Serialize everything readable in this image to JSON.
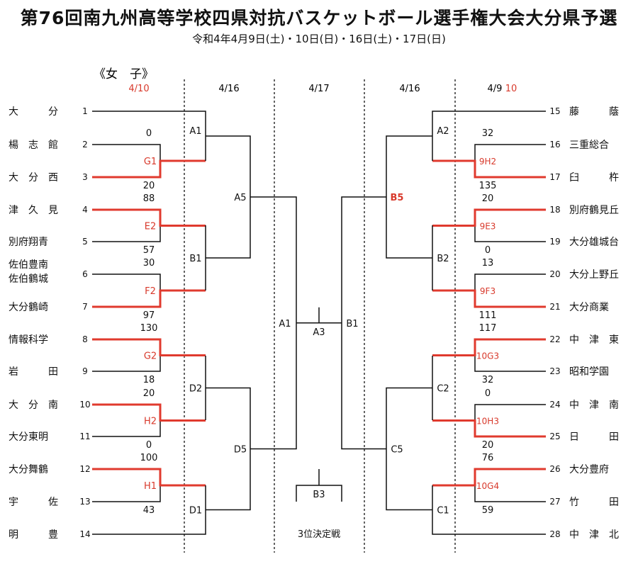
{
  "header": {
    "title": "第76回南九州高等学校四県対抗バスケットボール選手権大会大分県予選",
    "subtitle": "令和4年4月9日(土)・10日(日)・16日(土)・17日(日)"
  },
  "division": "《女　子》",
  "columns": [
    {
      "label": "4/10",
      "red": true
    },
    {
      "label": "4/16",
      "red": false
    },
    {
      "label": "4/17",
      "red": false
    },
    {
      "label": "4/16",
      "red": false
    },
    {
      "label": "4/9",
      "red": false,
      "extra": "10"
    }
  ],
  "left_teams": [
    {
      "num": "1",
      "name": "大　　　分"
    },
    {
      "num": "2",
      "name": "楊　志　館"
    },
    {
      "num": "3",
      "name": "大　分　西"
    },
    {
      "num": "4",
      "name": "津　久　見"
    },
    {
      "num": "5",
      "name": "別府翔青"
    },
    {
      "num": "6",
      "name": "佐伯豊南",
      "name2": "佐伯鶴城"
    },
    {
      "num": "7",
      "name": "大分鶴崎"
    },
    {
      "num": "8",
      "name": "情報科学"
    },
    {
      "num": "9",
      "name": "岩　　　田"
    },
    {
      "num": "10",
      "name": "大　分　南"
    },
    {
      "num": "11",
      "name": "大分東明"
    },
    {
      "num": "12",
      "name": "大分舞鶴"
    },
    {
      "num": "13",
      "name": "宇　　　佐"
    },
    {
      "num": "14",
      "name": "明　　　豊"
    }
  ],
  "right_teams": [
    {
      "num": "15",
      "name": "藤　　　蔭"
    },
    {
      "num": "16",
      "name": "三重総合"
    },
    {
      "num": "17",
      "name": "臼　　　杵"
    },
    {
      "num": "18",
      "name": "別府鶴見丘"
    },
    {
      "num": "19",
      "name": "大分雄城台"
    },
    {
      "num": "20",
      "name": "大分上野丘"
    },
    {
      "num": "21",
      "name": "大分商業"
    },
    {
      "num": "22",
      "name": "中　津　東"
    },
    {
      "num": "23",
      "name": "昭和学園"
    },
    {
      "num": "24",
      "name": "中　津　南"
    },
    {
      "num": "25",
      "name": "日　　　田"
    },
    {
      "num": "26",
      "name": "大分豊府"
    },
    {
      "num": "27",
      "name": "竹　　　田"
    },
    {
      "num": "28",
      "name": "中　津　北"
    }
  ],
  "left_games": [
    {
      "label": "G1",
      "score_top": "0",
      "score_bottom": "20"
    },
    {
      "label": "E2",
      "score_top": "88",
      "score_bottom": "57"
    },
    {
      "label": "F2",
      "score_top": "30",
      "score_bottom": "97"
    },
    {
      "label": "G2",
      "score_top": "130",
      "score_bottom": "18"
    },
    {
      "label": "H2",
      "score_top": "20",
      "score_bottom": "0"
    },
    {
      "label": "H1",
      "score_top": "100",
      "score_bottom": "43"
    }
  ],
  "right_games": [
    {
      "label": "9H2",
      "score_top": "32",
      "score_bottom": "135"
    },
    {
      "label": "9E3",
      "score_top": "20",
      "score_bottom": "0"
    },
    {
      "label": "9F3",
      "score_top": "13",
      "score_bottom": "111"
    },
    {
      "label": "10G3",
      "score_top": "117",
      "score_bottom": "32"
    },
    {
      "label": "10H3",
      "score_top": "0",
      "score_bottom": "20"
    },
    {
      "label": "10G4",
      "score_top": "76",
      "score_bottom": "59"
    }
  ],
  "round_labels": {
    "A1_left": "A1",
    "B1_left": "B1",
    "D2_left": "D2",
    "D1_left": "D1",
    "A5": "A5",
    "D5": "D5",
    "A1_center": "A1",
    "A3": "A3",
    "B1_center": "B1",
    "B5": "B5",
    "C5": "C5",
    "A2": "A2",
    "B2": "B2",
    "C2": "C2",
    "C1": "C1",
    "B3": "B3"
  },
  "third_place": "3位決定戦",
  "colors": {
    "winner": "#e03a2e",
    "line": "#111111",
    "red_text": "#d8392b"
  }
}
